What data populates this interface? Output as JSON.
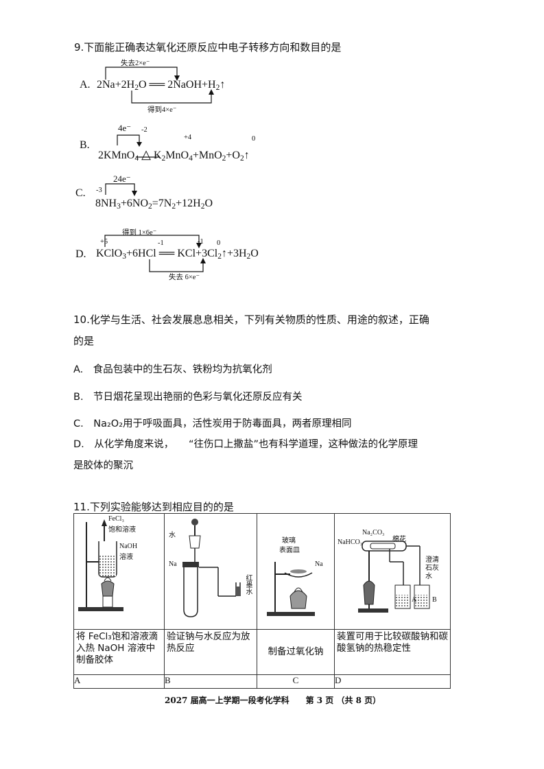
{
  "q9": {
    "stem": "9.下面能正确表达氧化还原反应中电子转移方向和数目的是",
    "a": {
      "label": "A.",
      "top_note": "失去2×e⁻",
      "bottom_note": "得到4×e⁻"
    },
    "b": {
      "label": "B.",
      "note": "4e⁻",
      "ox_m2": "-2",
      "ox_p4": "+4",
      "ox_0": "0"
    },
    "c": {
      "label": "C.",
      "note": "24e⁻",
      "mark": "-3"
    },
    "d": {
      "label": "D.",
      "top_note": "得到 1×6e⁻",
      "bottom_note": "失去 6×e⁻",
      "ox_p5": "+5",
      "ox_m1a": "-1",
      "ox_m1b": "-1",
      "ox_0": "0"
    }
  },
  "q10": {
    "stem_line1": "10.化学与生活、社会发展息息相关，下列有关物质的性质、用途的叙述，正确",
    "stem_line2": "的是",
    "a": "A.　食品包装中的生石灰、铁粉均为抗氧化剂",
    "b": "B.　节日烟花呈现出艳丽的色彩与氧化还原反应有关",
    "c": "C.　Na₂O₂用于呼吸面具，活性炭用于防毒面具，两者原理相同",
    "d_line1": "D.　从化学角度来说，　　“往伤口上撒盐”也有科学道理，这种做法的化学原理",
    "d_line2": "是胶体的聚沉"
  },
  "q11": {
    "stem": "11.下列实验能够达到相应目的的是",
    "labels_a": {
      "fecl3": "FeCl₃",
      "sat": "饱和溶液",
      "naoh": "NaOH",
      "sol": "溶液"
    },
    "labels_b": {
      "water": "水",
      "na": "Na",
      "red": "红墨水"
    },
    "labels_c": {
      "glass": "玻璃",
      "dish": "表面皿",
      "na": "Na"
    },
    "labels_d": {
      "na2co3": "Na₂CO₃",
      "nahco3": "NaHCO₃",
      "cotton": "棉花",
      "lime": "澄清石灰水",
      "a": "A",
      "b": "B"
    },
    "captions": [
      "将 FeCl₃饱和溶液滴入热 NaOH 溶液中制备胶体",
      "验证钠与水反应为放热反应",
      "制备过氧化钠",
      "装置可用于比较碳酸钠和碳酸氢钠的热稳定性"
    ],
    "letters": [
      "A",
      "B",
      "C",
      "D"
    ]
  },
  "footer": "2027 届高一上学期一段考化学科　　第 3 页 （共 8 页）"
}
